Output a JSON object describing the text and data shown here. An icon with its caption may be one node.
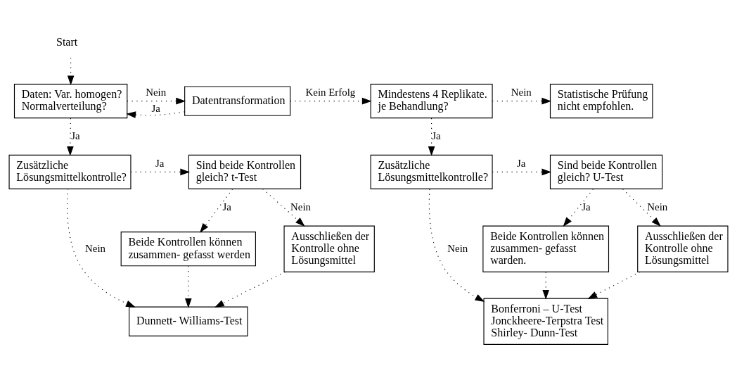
{
  "diagram": {
    "nodes": [
      {
        "text": [
          "Start"
        ]
      },
      {
        "text": [
          "Daten: Var. homogen? Normalverteilung?"
        ]
      },
      {
        "text": [
          "Datentransformation"
        ]
      },
      {
        "text": [
          "Mindestens 4 Replikate. je Behandlung?"
        ]
      },
      {
        "text": [
          "Statistische Prüfung nicht empfohlen."
        ]
      },
      {
        "text": [
          "Zusätzliche Lösungsmittelkontrolle?"
        ]
      },
      {
        "text": [
          "Sind beide Kontrollen gleich? t-Test"
        ]
      },
      {
        "text": [
          "Beide Kontrollen können zusammen- gefasst werden"
        ]
      },
      {
        "text": [
          "Ausschließen der Kontrolle ohne Lösungsmittel"
        ]
      },
      {
        "text": [
          "Dunnett- Williams-Test"
        ]
      },
      {
        "text": [
          "Zusätzliche Lösungsmittelkontrolle?"
        ]
      },
      {
        "text": [
          "Sind beide Kontrollen gleich? U-Test"
        ]
      },
      {
        "text": [
          "Beide Kontrollen können zusammen- gefasst warden."
        ]
      },
      {
        "text": [
          "Ausschließen der Kontrolle ohne Lösungsmittel"
        ]
      },
      {
        "text": [
          "Bonferroni – U-Test Jonckheere-Terpstra Test Shirley- Dunn-Test"
        ]
      }
    ],
    "edges": [
      {
        "from": 0,
        "to": 1,
        "arrow": "to"
      },
      {
        "from": 1,
        "to": 2,
        "arrow": "to",
        "label": "Nein"
      },
      {
        "from": 2,
        "to": 1,
        "arrow": "to",
        "label": "Ja"
      },
      {
        "from": 2,
        "to": 3,
        "arrow": "to",
        "label": "Kein Erfolg"
      },
      {
        "from": 3,
        "to": 4,
        "arrow": "to",
        "label": "Nein"
      },
      {
        "from": 1,
        "to": 5,
        "arrow": "to",
        "label": "Ja"
      },
      {
        "from": 5,
        "to": 6,
        "arrow": "to",
        "label": "Ja"
      },
      {
        "from": 5,
        "to": 9,
        "arrow": "to",
        "label": "Nein"
      },
      {
        "from": 6,
        "to": 7,
        "arrow": "to",
        "label": "Ja"
      },
      {
        "from": 6,
        "to": 8,
        "arrow": "to",
        "label": "Nein"
      },
      {
        "from": 7,
        "to": 9,
        "arrow": "to"
      },
      {
        "from": 8,
        "to": 9,
        "arrow": "to"
      },
      {
        "from": 3,
        "to": 10,
        "arrow": "to",
        "label": "Ja"
      },
      {
        "from": 10,
        "to": 11,
        "arrow": "to",
        "label": "Ja"
      },
      {
        "from": 10,
        "to": 14,
        "arrow": "to",
        "label": "Nein"
      },
      {
        "from": 11,
        "to": 12,
        "arrow": "to",
        "label": "Ja"
      },
      {
        "from": 11,
        "to": 13,
        "arrow": "to",
        "label": "Nein"
      },
      {
        "from": 12,
        "to": 14,
        "arrow": "to"
      },
      {
        "from": 13,
        "to": 14,
        "arrow": "to"
      }
    ]
  }
}
